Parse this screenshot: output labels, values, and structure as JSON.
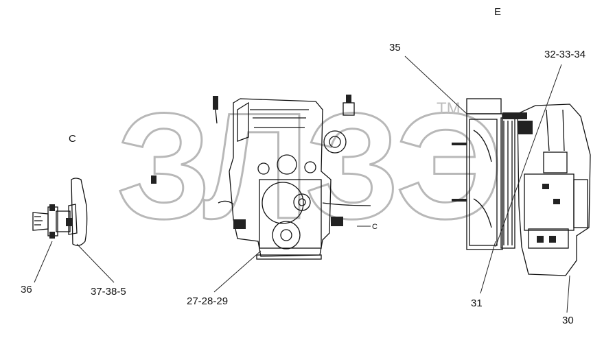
{
  "watermark": {
    "text": "ЗЛЗЭ",
    "trademark": "TM"
  },
  "views": {
    "left": "C",
    "top_right": "E",
    "section_marker": "C"
  },
  "callouts": [
    {
      "id": "c36",
      "text": "36"
    },
    {
      "id": "c37",
      "text": "37-38-5"
    },
    {
      "id": "c27",
      "text": "27-28-29"
    },
    {
      "id": "c35",
      "text": "35"
    },
    {
      "id": "c32",
      "text": "32-33-34"
    },
    {
      "id": "c31",
      "text": "31"
    },
    {
      "id": "c30",
      "text": "30"
    }
  ]
}
